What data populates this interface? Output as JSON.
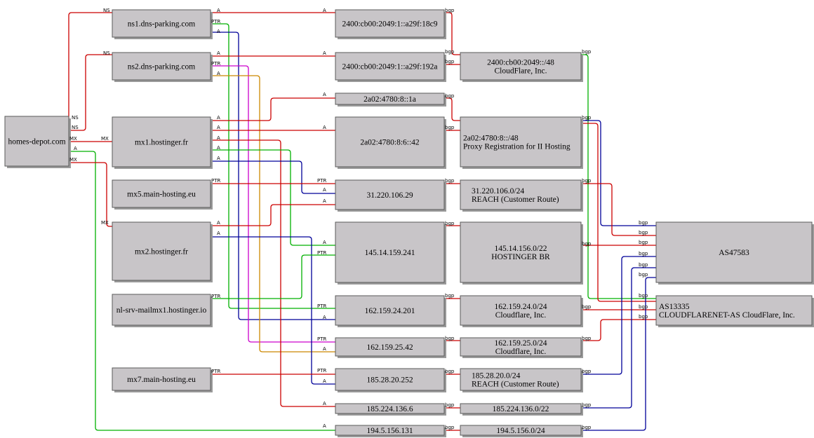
{
  "colors": {
    "red": "#cc0000",
    "green": "#00b000",
    "blue": "#000099",
    "magenta": "#cc00cc",
    "orange": "#cc8800",
    "node_fill": "#c8c5c8"
  },
  "nodes": [
    {
      "id": "domain",
      "lines": [
        "homes-depot.com"
      ],
      "interactable": true
    },
    {
      "id": "ns1",
      "lines": [
        "ns1.dns-parking.com"
      ],
      "interactable": true
    },
    {
      "id": "ns2",
      "lines": [
        "ns2.dns-parking.com"
      ],
      "interactable": true
    },
    {
      "id": "mx1",
      "lines": [
        "mx1.hostinger.fr"
      ],
      "interactable": true
    },
    {
      "id": "mx5",
      "lines": [
        "mx5.main-hosting.eu"
      ],
      "interactable": true
    },
    {
      "id": "mx2",
      "lines": [
        "mx2.hostinger.fr"
      ],
      "interactable": true
    },
    {
      "id": "nlsrv",
      "lines": [
        "nl-srv-mailmx1.hostinger.io"
      ],
      "interactable": true
    },
    {
      "id": "mx7",
      "lines": [
        "mx7.main-hosting.eu"
      ],
      "interactable": true
    },
    {
      "id": "ip_a29f18c9",
      "lines": [
        "2400:cb00:2049:1::a29f:18c9"
      ],
      "interactable": true
    },
    {
      "id": "ip_a29f192a",
      "lines": [
        "2400:cb00:2049:1::a29f:192a"
      ],
      "interactable": true
    },
    {
      "id": "ip_2a02_1a",
      "lines": [
        "2a02:4780:8::1a"
      ],
      "interactable": true
    },
    {
      "id": "ip_2a02_42",
      "lines": [
        "2a02:4780:8:6::42"
      ],
      "interactable": true
    },
    {
      "id": "ip_31",
      "lines": [
        "31.220.106.29"
      ],
      "interactable": true
    },
    {
      "id": "ip_145",
      "lines": [
        "145.14.159.241"
      ],
      "interactable": true
    },
    {
      "id": "ip_162_24",
      "lines": [
        "162.159.24.201"
      ],
      "interactable": true
    },
    {
      "id": "ip_162_25",
      "lines": [
        "162.159.25.42"
      ],
      "interactable": true
    },
    {
      "id": "ip_185_28",
      "lines": [
        "185.28.20.252"
      ],
      "interactable": true
    },
    {
      "id": "ip_185_224",
      "lines": [
        "185.224.136.6"
      ],
      "interactable": true
    },
    {
      "id": "ip_194",
      "lines": [
        "194.5.156.131"
      ],
      "interactable": true
    },
    {
      "id": "pfx_cf6",
      "lines": [
        "2400:cb00:2049::/48",
        "CloudFlare, Inc."
      ],
      "interactable": true
    },
    {
      "id": "pfx_2a02",
      "lines": [
        "2a02:4780:8::/48",
        "Proxy Registration for II Hosting"
      ],
      "interactable": true
    },
    {
      "id": "pfx_31",
      "lines": [
        "31.220.106.0/24",
        "REACH (Customer Route)"
      ],
      "interactable": true
    },
    {
      "id": "pfx_145",
      "lines": [
        "145.14.156.0/22",
        "HOSTINGER BR"
      ],
      "interactable": true
    },
    {
      "id": "pfx_162_24",
      "lines": [
        "162.159.24.0/24",
        "Cloudflare, Inc."
      ],
      "interactable": true
    },
    {
      "id": "pfx_162_25",
      "lines": [
        "162.159.25.0/24",
        "Cloudflare, Inc."
      ],
      "interactable": true
    },
    {
      "id": "pfx_185_28",
      "lines": [
        "185.28.20.0/24",
        "REACH (Customer Route)"
      ],
      "interactable": true
    },
    {
      "id": "pfx_185_224",
      "lines": [
        "185.224.136.0/22"
      ],
      "interactable": true
    },
    {
      "id": "pfx_194",
      "lines": [
        "194.5.156.0/24"
      ],
      "interactable": true
    },
    {
      "id": "as47583",
      "lines": [
        "AS47583"
      ],
      "interactable": true
    },
    {
      "id": "as13335",
      "lines": [
        "AS13335",
        "CLOUDFLARENET-AS CloudFlare, Inc."
      ],
      "interactable": true
    }
  ],
  "edge_labels": {
    "ns": "NS",
    "mx": "MX",
    "a": "A",
    "ptr": "PTR",
    "bgp": "bgp"
  }
}
